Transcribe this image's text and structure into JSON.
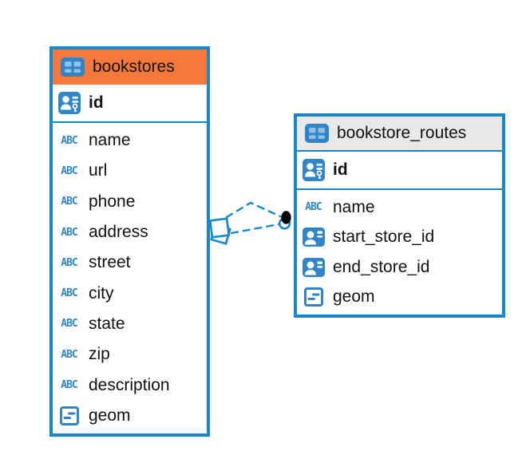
{
  "colors": {
    "accent": "#1787C9",
    "selected-header": "#F5793B",
    "header-gray": "#E8E8E8",
    "icon-blue": "#2F85C7",
    "icon-cell-blue": "#8FC0E4",
    "text": "#111111",
    "canvas": "#FFFFFF",
    "connector": "#1787C9",
    "endpoint-dot": "#000000"
  },
  "icon_labels": {
    "text_type": "ABC"
  },
  "tables": [
    {
      "title": "bookstores",
      "header_icon": "table-icon",
      "selected": true,
      "columns": [
        {
          "name": "id",
          "icon": "primary-key-icon"
        },
        {
          "name": "name",
          "icon": "text-icon"
        },
        {
          "name": "url",
          "icon": "text-icon"
        },
        {
          "name": "phone",
          "icon": "text-icon"
        },
        {
          "name": "address",
          "icon": "text-icon"
        },
        {
          "name": "street",
          "icon": "text-icon"
        },
        {
          "name": "city",
          "icon": "text-icon"
        },
        {
          "name": "state",
          "icon": "text-icon"
        },
        {
          "name": "zip",
          "icon": "text-icon"
        },
        {
          "name": "description",
          "icon": "text-icon"
        },
        {
          "name": "geom",
          "icon": "geometry-icon"
        }
      ]
    },
    {
      "title": "bookstore_routes",
      "header_icon": "table-icon",
      "selected": false,
      "columns": [
        {
          "name": "id",
          "icon": "primary-key-icon"
        },
        {
          "name": "name",
          "icon": "text-icon"
        },
        {
          "name": "start_store_id",
          "icon": "reference-icon"
        },
        {
          "name": "end_store_id",
          "icon": "reference-icon"
        },
        {
          "name": "geom",
          "icon": "geometry-icon"
        }
      ]
    }
  ],
  "relationship": {
    "from_table": "bookstores",
    "to_table": "bookstore_routes",
    "line_style": "dashed",
    "source_marker": "overlapping-squares-marker",
    "target_marker": "filled-dot-marker"
  }
}
